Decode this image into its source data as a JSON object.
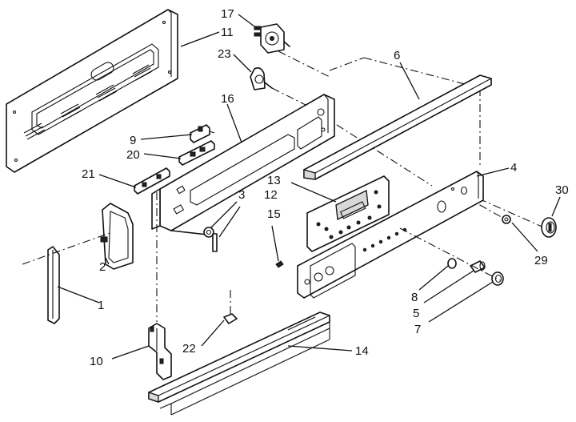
{
  "callouts": [
    {
      "id": "c17",
      "text": "17"
    },
    {
      "id": "c11",
      "text": "11"
    },
    {
      "id": "c23",
      "text": "23"
    },
    {
      "id": "c6",
      "text": "6"
    },
    {
      "id": "c16",
      "text": "16"
    },
    {
      "id": "c9",
      "text": "9"
    },
    {
      "id": "c20",
      "text": "20"
    },
    {
      "id": "c21",
      "text": "21"
    },
    {
      "id": "c3",
      "text": "3"
    },
    {
      "id": "c12",
      "text": "12"
    },
    {
      "id": "c13",
      "text": "13"
    },
    {
      "id": "c15",
      "text": "15"
    },
    {
      "id": "c4",
      "text": "4"
    },
    {
      "id": "c30",
      "text": "30"
    },
    {
      "id": "c29",
      "text": "29"
    },
    {
      "id": "c2",
      "text": "2"
    },
    {
      "id": "c1",
      "text": "1"
    },
    {
      "id": "c8",
      "text": "8"
    },
    {
      "id": "c5",
      "text": "5"
    },
    {
      "id": "c7",
      "text": "7"
    },
    {
      "id": "c10",
      "text": "10"
    },
    {
      "id": "c22",
      "text": "22"
    },
    {
      "id": "c14",
      "text": "14"
    }
  ]
}
